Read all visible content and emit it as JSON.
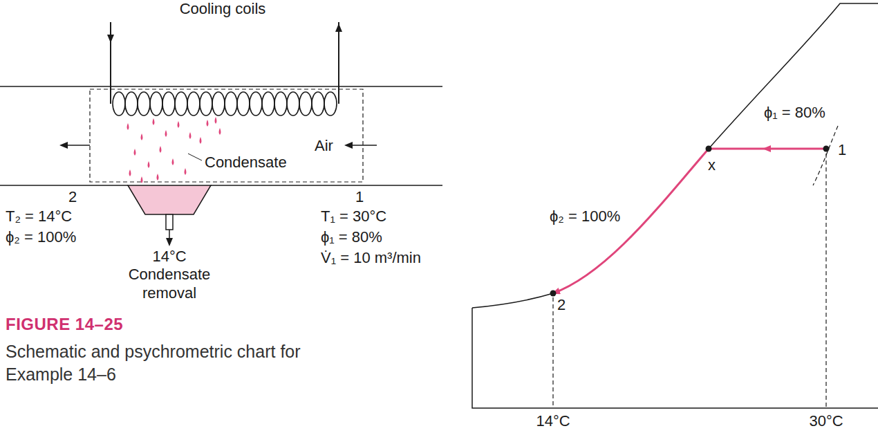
{
  "diagram": {
    "title": "FIGURE 14–25",
    "caption": "Schematic and psychrometric chart for Example 14–6",
    "labels": [
      "Cooling coils",
      "Air",
      "Condensate",
      "2",
      "1",
      "T₂ = 14°C",
      "ϕ₂ = 100%",
      "14°C Condensate removal",
      "T₁ = 30°C",
      "ϕ₁ = 80%",
      "V̇₁ = 10 m³/min",
      "ϕ₁ = 80%",
      "1",
      "x",
      "ϕ₂ = 100%",
      "2",
      "14°C",
      "30°C"
    ]
  }
}
